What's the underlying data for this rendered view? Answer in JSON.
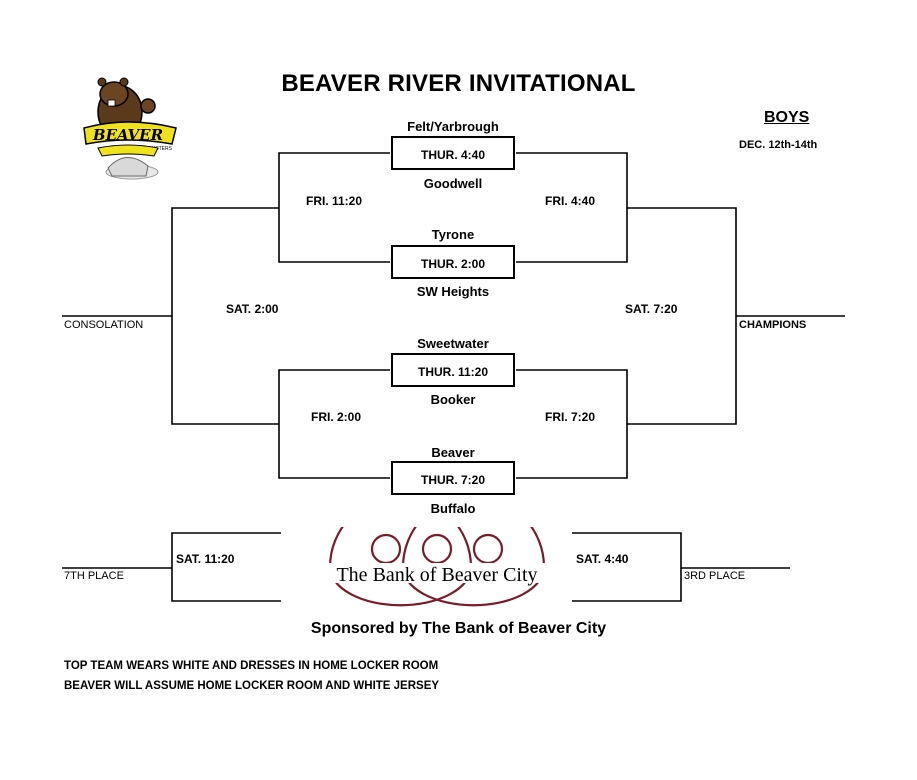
{
  "title": "BEAVER RIVER INVITATIONAL",
  "division": "BOYS",
  "dates": "DEC. 12th-14th",
  "logo": {
    "word": "BEAVER",
    "sub": "DUSTERS",
    "icon": "beaver-mascot"
  },
  "first_round": [
    {
      "top_team": "Felt/Yarbrough",
      "time": "THUR.  4:40",
      "bottom_team": "Goodwell"
    },
    {
      "top_team": "Tyrone",
      "time": "THUR.  2:00",
      "bottom_team": "SW Heights"
    },
    {
      "top_team": "Sweetwater",
      "time": "THUR. 11:20",
      "bottom_team": "Booker"
    },
    {
      "top_team": "Beaver",
      "time": "THUR. 7:20",
      "bottom_team": "Buffalo"
    }
  ],
  "second_round": {
    "consolation_top": "FRI. 11:20",
    "winners_top": "FRI. 4:40",
    "consolation_bottom": "FRI. 2:00",
    "winners_bottom": "FRI. 7:20"
  },
  "finals": {
    "consolation_time": "SAT. 2:00",
    "championship_time": "SAT. 7:20",
    "consolation_label": "CONSOLATION",
    "champions_label": "CHAMPIONS"
  },
  "placement": {
    "seventh_time": "SAT. 11:20",
    "seventh_label": "7TH PLACE",
    "third_time": "SAT. 4:40",
    "third_label": "3RD PLACE"
  },
  "sponsor_logo_text": "The Bank of Beaver City",
  "sponsor_line": "Sponsored by The Bank of Beaver City",
  "notes": [
    "TOP TEAM WEARS WHITE AND DRESSES IN HOME LOCKER ROOM",
    "BEAVER WILL ASSUME HOME LOCKER ROOM AND WHITE JERSEY"
  ],
  "colors": {
    "sponsor_maroon": "#7a1c2c",
    "logo_yellow": "#f0e21a",
    "line": "#000000"
  }
}
